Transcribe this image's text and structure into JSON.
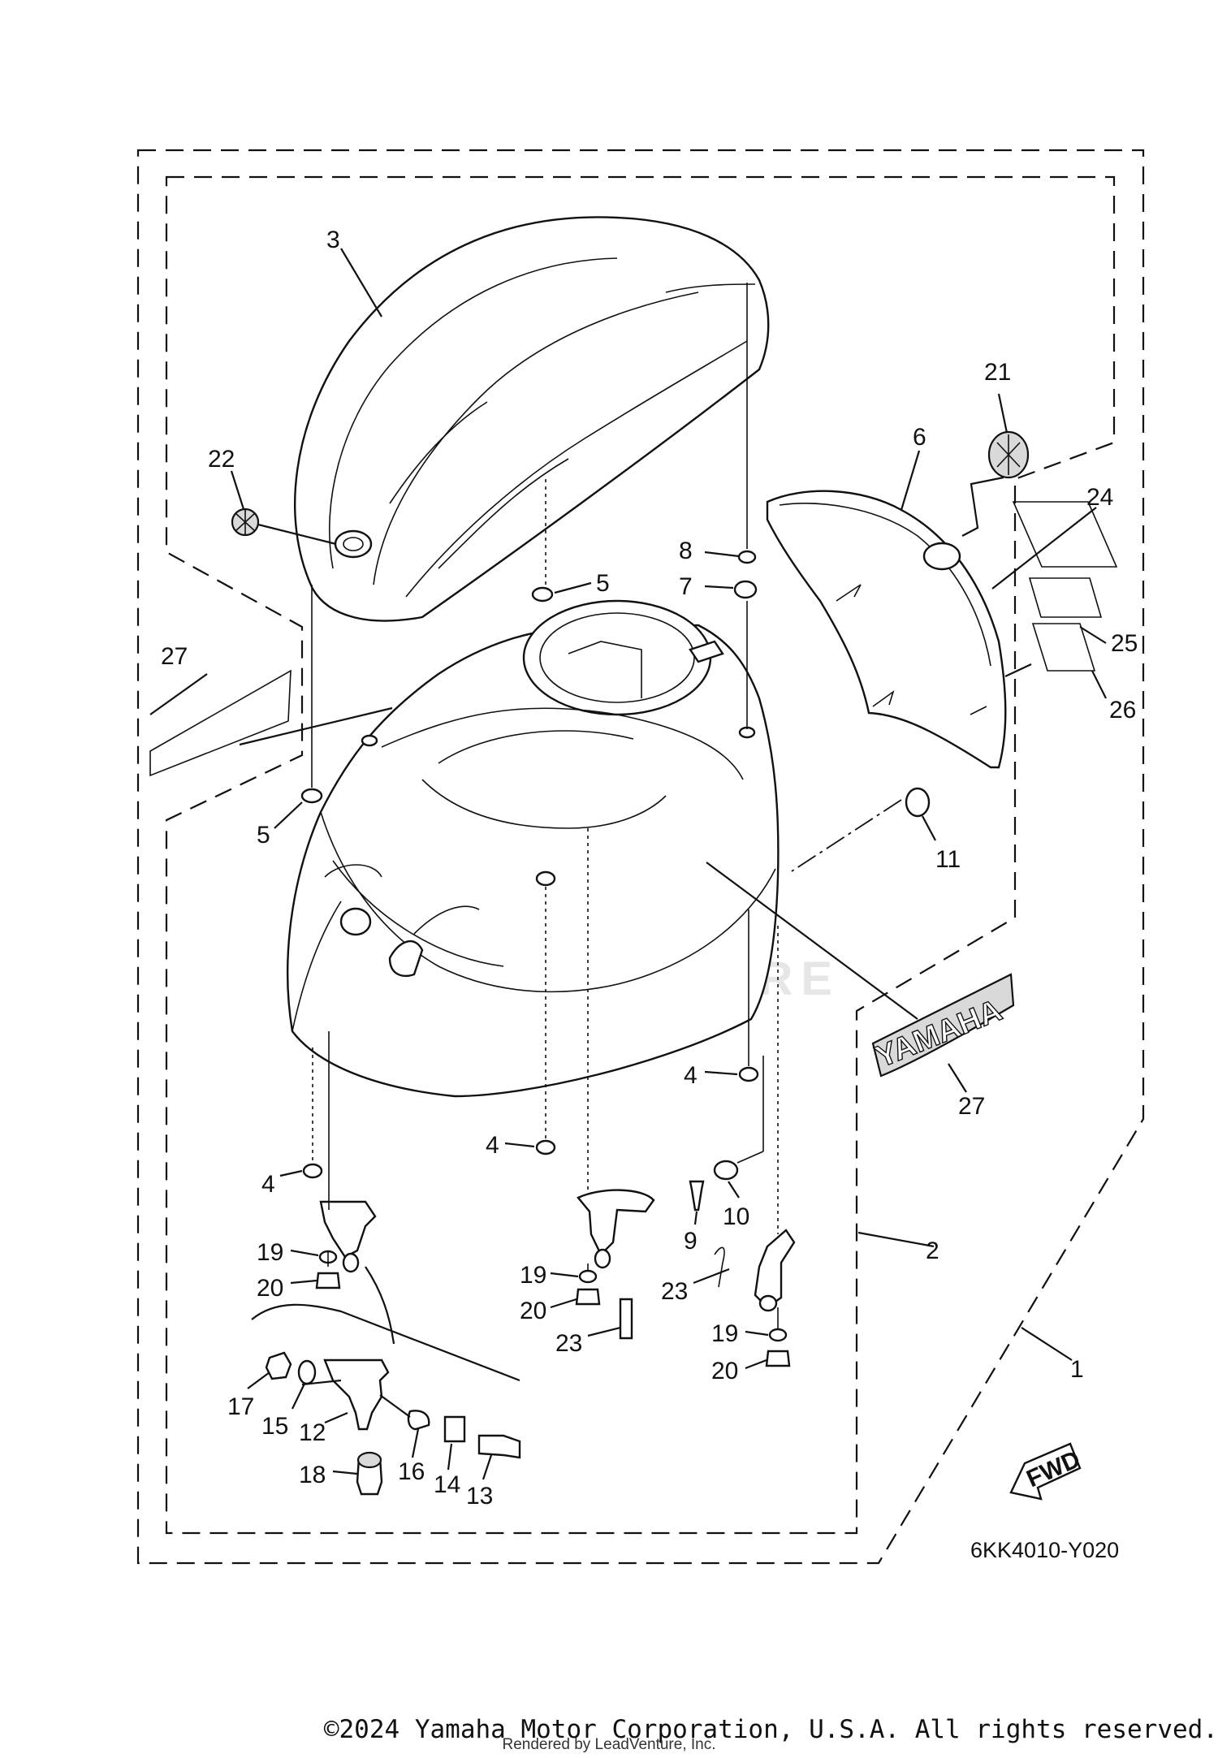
{
  "diagram_code": "6KK4010-Y020",
  "watermark": "LEADVENTURE",
  "emblem_text": "YAMAHA",
  "fwd_label": "FWD",
  "copyright": "©2024 Yamaha Motor Corporation, U.S.A. All rights reserved.",
  "rendered_by": "Rendered by LeadVenture, Inc.",
  "callouts": [
    {
      "id": "c3",
      "label": "3"
    },
    {
      "id": "c22",
      "label": "22"
    },
    {
      "id": "c21",
      "label": "21"
    },
    {
      "id": "c6",
      "label": "6"
    },
    {
      "id": "c24",
      "label": "24"
    },
    {
      "id": "c8",
      "label": "8"
    },
    {
      "id": "c7",
      "label": "7"
    },
    {
      "id": "c5a",
      "label": "5"
    },
    {
      "id": "c27a",
      "label": "27"
    },
    {
      "id": "c25",
      "label": "25"
    },
    {
      "id": "c26",
      "label": "26"
    },
    {
      "id": "c5b",
      "label": "5"
    },
    {
      "id": "c11",
      "label": "11"
    },
    {
      "id": "c4a",
      "label": "4"
    },
    {
      "id": "c27b",
      "label": "27"
    },
    {
      "id": "c4b",
      "label": "4"
    },
    {
      "id": "c4c",
      "label": "4"
    },
    {
      "id": "c10",
      "label": "10"
    },
    {
      "id": "c9",
      "label": "9"
    },
    {
      "id": "c19a",
      "label": "19"
    },
    {
      "id": "c2",
      "label": "2"
    },
    {
      "id": "c20a",
      "label": "20"
    },
    {
      "id": "c19b",
      "label": "19"
    },
    {
      "id": "c23a",
      "label": "23"
    },
    {
      "id": "c20b",
      "label": "20"
    },
    {
      "id": "c23b",
      "label": "23"
    },
    {
      "id": "c19c",
      "label": "19"
    },
    {
      "id": "c1",
      "label": "1"
    },
    {
      "id": "c20c",
      "label": "20"
    },
    {
      "id": "c17",
      "label": "17"
    },
    {
      "id": "c15",
      "label": "15"
    },
    {
      "id": "c12",
      "label": "12"
    },
    {
      "id": "c16",
      "label": "16"
    },
    {
      "id": "c14",
      "label": "14"
    },
    {
      "id": "c13",
      "label": "13"
    },
    {
      "id": "c18",
      "label": "18"
    }
  ]
}
